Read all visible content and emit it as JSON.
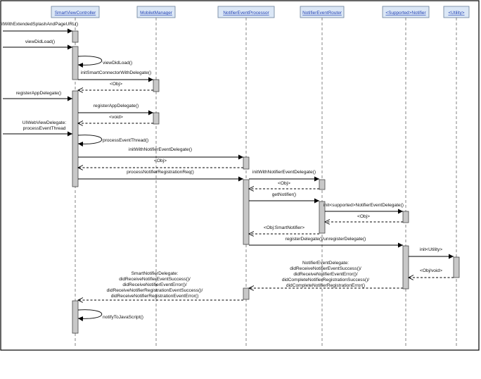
{
  "participants": [
    "SmartViewController",
    "MobiletManager",
    "NotifierEventProcessor",
    "NotifierEventRouter",
    "<Supported>Notifier",
    "<Utility>"
  ],
  "messages": [
    {
      "lines": [
        "initWithExtendedSplashAndPageURL()"
      ],
      "kind": "found"
    },
    {
      "lines": [
        "viewDidLoad()"
      ],
      "kind": "found"
    },
    {
      "lines": [
        "viewDidLoad()"
      ],
      "kind": "self"
    },
    {
      "lines": [
        "initSmartConnectorWithDelegate()"
      ],
      "kind": "call"
    },
    {
      "lines": [
        "<Obj>"
      ],
      "kind": "return"
    },
    {
      "lines": [
        "registerAppDelegate()"
      ],
      "kind": "found"
    },
    {
      "lines": [
        "registerAppDelegate()"
      ],
      "kind": "call"
    },
    {
      "lines": [
        "<void>"
      ],
      "kind": "return"
    },
    {
      "lines": [
        "UIWebViewDelegate:",
        "processEventThread"
      ],
      "kind": "found"
    },
    {
      "lines": [
        "processEventThread()"
      ],
      "kind": "self"
    },
    {
      "lines": [
        "initWithNotifierEventDelegate()"
      ],
      "kind": "call"
    },
    {
      "lines": [
        "<Obj>"
      ],
      "kind": "return"
    },
    {
      "lines": [
        "processNotifierRegistrationReq()"
      ],
      "kind": "call"
    },
    {
      "lines": [
        "initWithNotifierEventDelegate()"
      ],
      "kind": "call"
    },
    {
      "lines": [
        "<Obj>"
      ],
      "kind": "return"
    },
    {
      "lines": [
        "getNotifier()"
      ],
      "kind": "call"
    },
    {
      "lines": [
        "init<supported>NotifierEventDelegate()"
      ],
      "kind": "call"
    },
    {
      "lines": [
        "<Obj>"
      ],
      "kind": "return"
    },
    {
      "lines": [
        "<Obj:SmartNotifier>"
      ],
      "kind": "return"
    },
    {
      "lines": [
        "registerDelegate()/unregisterDelegate()"
      ],
      "kind": "call"
    },
    {
      "lines": [
        "init<Utility>"
      ],
      "kind": "call"
    },
    {
      "lines": [
        "<Obj/void>"
      ],
      "kind": "return"
    },
    {
      "lines": [
        "NotifierEventDelegate:",
        "didReceiveNotifierEventSuccess()/",
        "didReceiveNotifierEventError()/",
        "didCompleteNotifierRegistrationSuccess()/",
        "didCompleteNotifierRegistrationError()"
      ],
      "kind": "return"
    },
    {
      "lines": [
        "SmartNotifierDelegate:",
        "didReceiveNotifierEventSuccess()/",
        "didReceiveNotifierEventError()/",
        "didReceiveNotifierRegistrationEventSuccess()/",
        "didReceiveNotifierRegistrationEventError()"
      ],
      "kind": "return"
    },
    {
      "lines": [
        "notifyToJavaScript()"
      ],
      "kind": "self"
    }
  ]
}
